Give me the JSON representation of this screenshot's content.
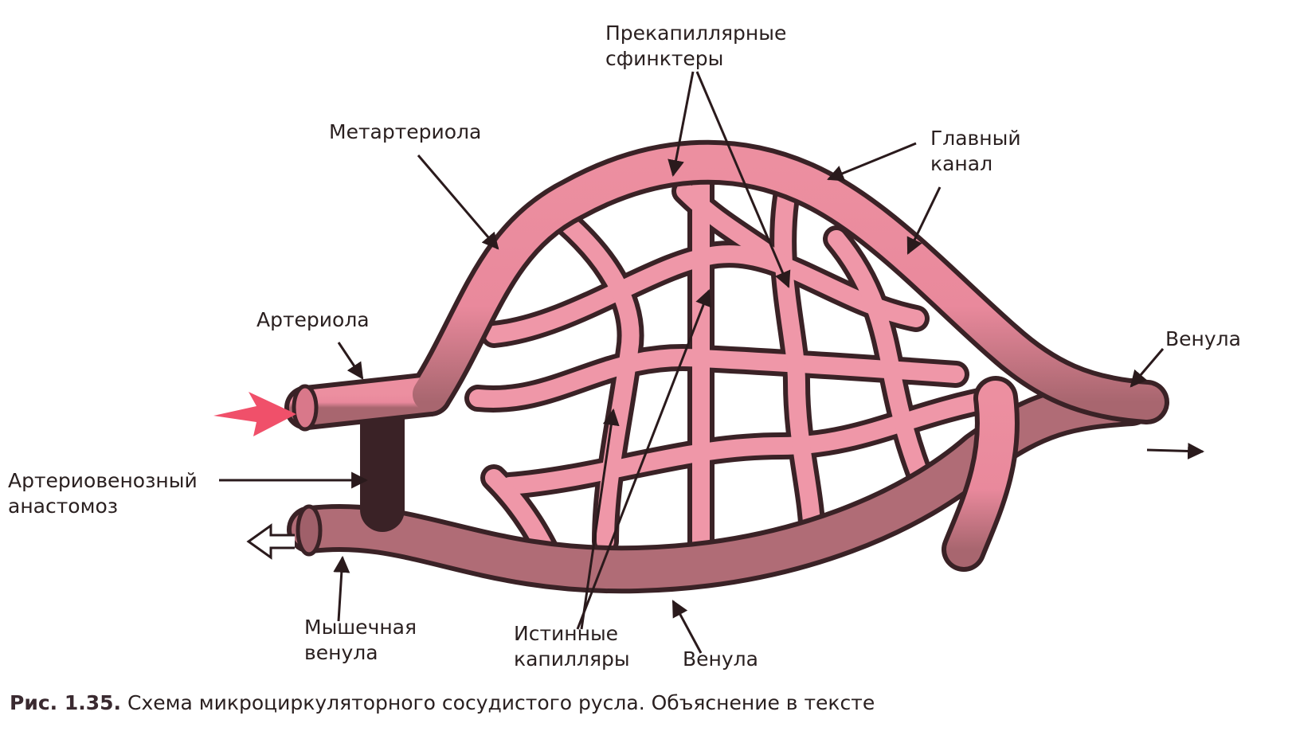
{
  "labels": {
    "precap_1": "Прекапиллярные",
    "precap_2": "сфинктеры",
    "metarteriole": "Метартериола",
    "main_channel_1": "Главный",
    "main_channel_2": "канал",
    "arteriole": "Артериола",
    "venule_right": "Венула",
    "av_1": "Артериовенозный",
    "av_2": "анастомоз",
    "muscular_venule_1": "Мышечная",
    "muscular_venule_2": "венула",
    "true_cap_1": "Истинные",
    "true_cap_2": "капилляры",
    "venule_bottom": "Венула"
  },
  "caption": {
    "number": "Рис. 1.35.",
    "text": "Схема микроциркуляторного сосудистого русла. Объяснение в тексте"
  },
  "colors": {
    "arterial": "#ec8fa0",
    "venous": "#a8666f",
    "outline": "#3a2226",
    "inflow_arrow": "#f0506a"
  }
}
